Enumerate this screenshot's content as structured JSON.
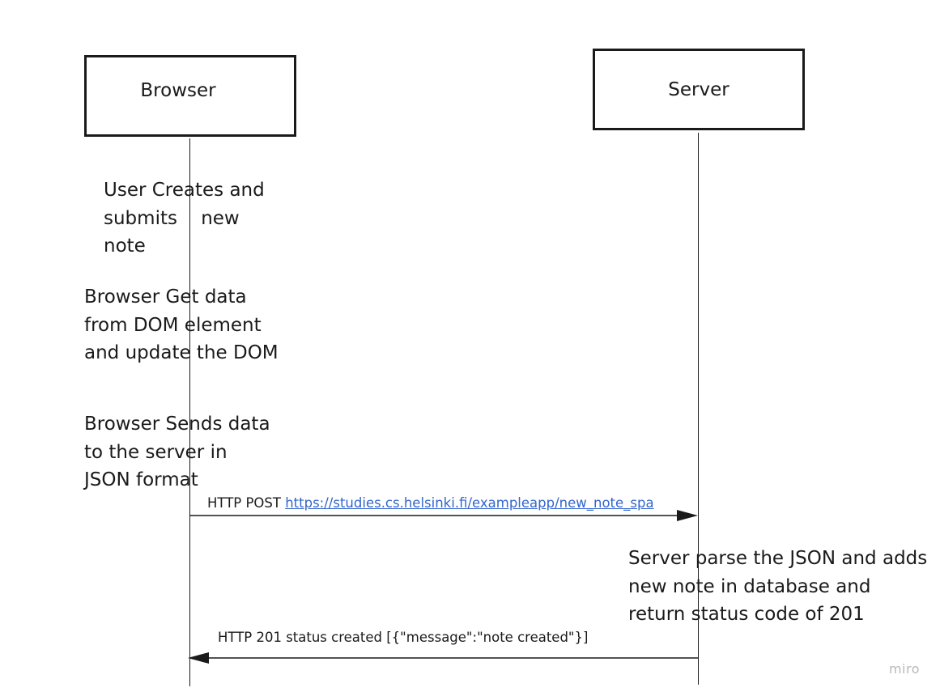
{
  "actors": {
    "browser": "Browser",
    "server": "Server"
  },
  "notes": {
    "user_creates": "User Creates and\nsubmits    new\nnote",
    "browser_get_data": "Browser Get data\nfrom DOM element\nand update the DOM",
    "browser_sends": "Browser Sends data\nto the server in\nJSON format",
    "server_parse": "Server parse the JSON and adds\nnew note in database and\nreturn status code of 201"
  },
  "messages": {
    "post": {
      "method": "HTTP POST",
      "url": "https://studies.cs.helsinki.fi/exampleapp/new_note_spa"
    },
    "response": {
      "label": "HTTP 201 status created [{\"message\":\"note created\"}]"
    }
  },
  "watermark": "miro"
}
